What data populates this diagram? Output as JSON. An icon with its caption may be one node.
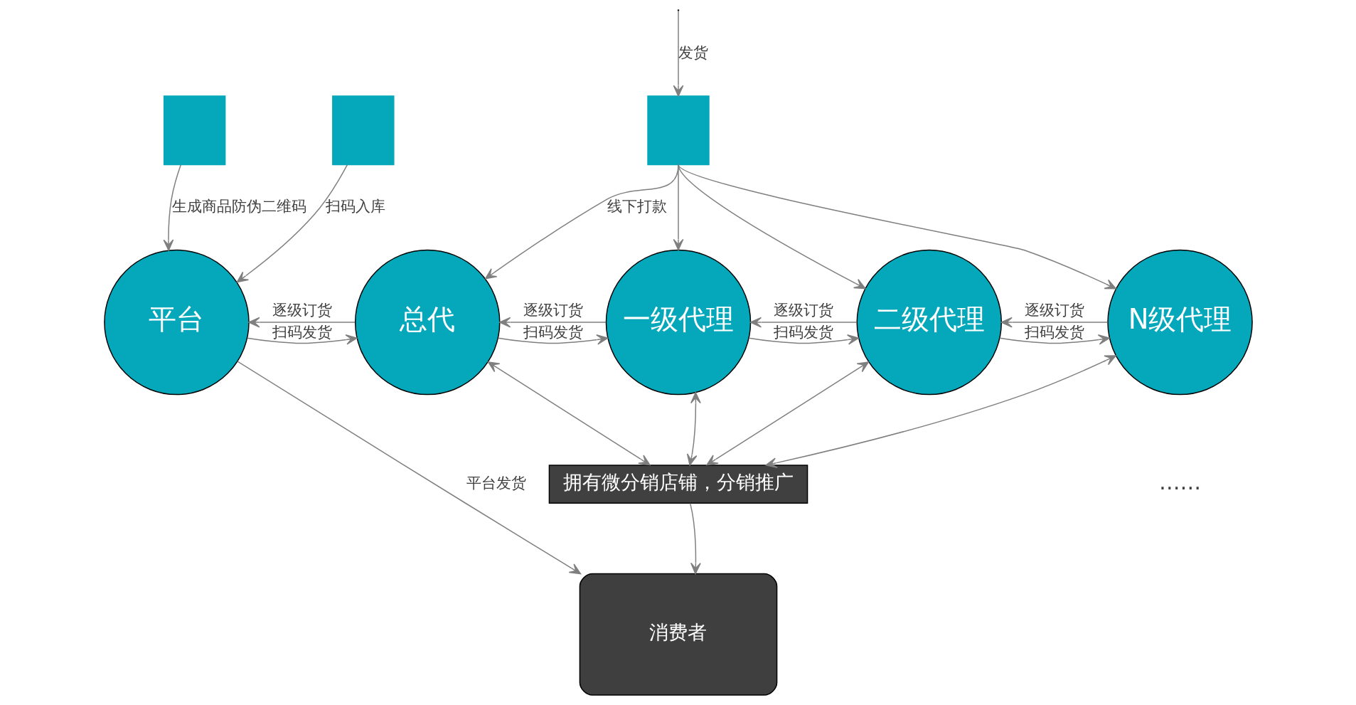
{
  "diagram": {
    "nodes": [
      {
        "text": [],
        "shape": "box"
      },
      {
        "text": [],
        "shape": "box"
      },
      {
        "text": [],
        "shape": "box"
      },
      {
        "text": [
          "平台"
        ]
      },
      {
        "text": [
          "总代"
        ]
      },
      {
        "text": [
          "一级代理"
        ]
      },
      {
        "text": [
          "二级代理"
        ]
      },
      {
        "text": [
          "N级代理"
        ]
      },
      {
        "text": [
          "拥有微分销店铺，分销推广"
        ]
      },
      {
        "text": [
          "消费者"
        ]
      }
    ],
    "edges": [
      {
        "from": 0,
        "to": 3,
        "arrow": "to",
        "label": "生成商品防伪二维码"
      },
      {
        "from": 1,
        "to": 3,
        "arrow": "to",
        "label": "扫码入库"
      },
      {
        "from": 2,
        "to": 4,
        "arrow": "to",
        "label": "线下打款"
      },
      {
        "from": 2,
        "to": 5,
        "arrow": "to"
      },
      {
        "from": 2,
        "to": 6,
        "arrow": "to"
      },
      {
        "from": 2,
        "to": 7,
        "arrow": "to"
      },
      {
        "from": null,
        "to": 2,
        "arrow": "to",
        "label": "发货"
      },
      {
        "from": 4,
        "to": 3,
        "arrow": "to",
        "label": "逐级订货"
      },
      {
        "from": 3,
        "to": 4,
        "arrow": "to",
        "label": "扫码发货"
      },
      {
        "from": 5,
        "to": 4,
        "arrow": "to",
        "label": "逐级订货"
      },
      {
        "from": 4,
        "to": 5,
        "arrow": "to",
        "label": "扫码发货"
      },
      {
        "from": 6,
        "to": 5,
        "arrow": "to",
        "label": "逐级订货"
      },
      {
        "from": 5,
        "to": 6,
        "arrow": "to",
        "label": "扫码发货"
      },
      {
        "from": 7,
        "to": 6,
        "arrow": "to",
        "label": "逐级订货"
      },
      {
        "from": 6,
        "to": 7,
        "arrow": "to",
        "label": "扫码发货"
      },
      {
        "from": 8,
        "to": 4,
        "arrow": "both"
      },
      {
        "from": 8,
        "to": 5,
        "arrow": "both"
      },
      {
        "from": 8,
        "to": 6,
        "arrow": "both"
      },
      {
        "from": 8,
        "to": 7,
        "arrow": "both"
      },
      {
        "from": 8,
        "to": 9,
        "arrow": "to"
      },
      {
        "from": 3,
        "to": 9,
        "arrow": "to",
        "label": "平台发货"
      }
    ],
    "labels": [
      "……"
    ]
  }
}
